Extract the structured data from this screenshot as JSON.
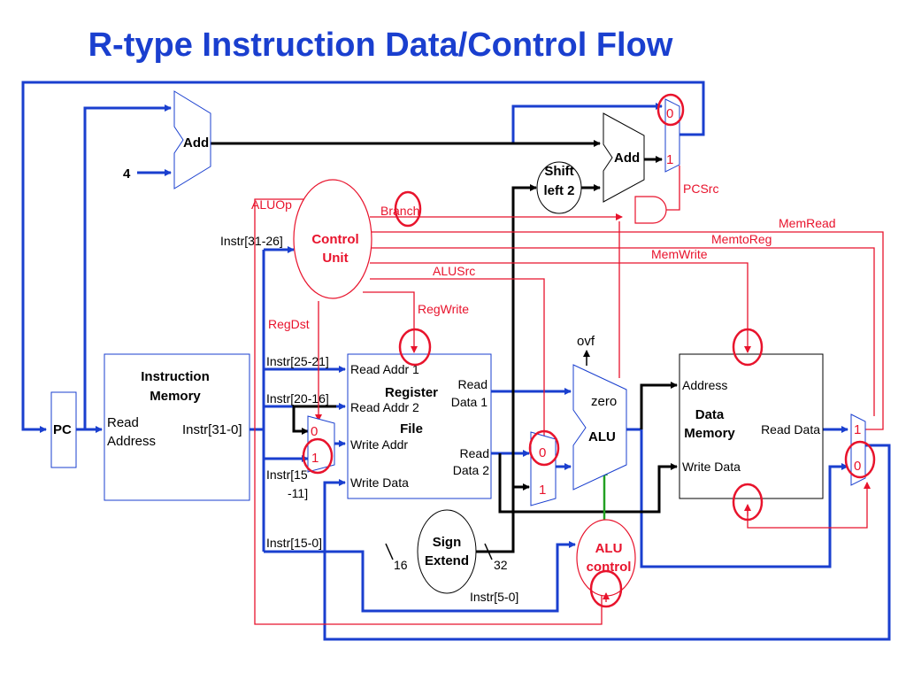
{
  "title": "R-type Instruction Data/Control Flow",
  "blocks": {
    "pc": "PC",
    "instr_mem_title_1": "Instruction",
    "instr_mem_title_2": "Memory",
    "instr_mem_read_1": "Read",
    "instr_mem_read_2": "Address",
    "instr_mem_out": "Instr[31-0]",
    "adder_pc": "Add",
    "four": "4",
    "adder_branch": "Add",
    "shift_1": "Shift",
    "shift_2": "left 2",
    "control_1": "Control",
    "control_2": "Unit",
    "regfile_1": "Register",
    "regfile_2": "File",
    "read_addr_1": "Read Addr 1",
    "read_addr_2": "Read Addr 2",
    "write_addr": "Write Addr",
    "write_data_rf": "Write Data",
    "read_data_1a": "Read",
    "read_data_1b": "Data 1",
    "read_data_2a": "Read",
    "read_data_2b": "Data 2",
    "alu": "ALU",
    "zero": "zero",
    "ovf": "ovf",
    "dmem_1": "Data",
    "dmem_2": "Memory",
    "dmem_address": "Address",
    "dmem_read_data": "Read Data",
    "dmem_write_data": "Write Data",
    "sign_1": "Sign",
    "sign_2": "Extend",
    "alu_control_1": "ALU",
    "alu_control_2": "control"
  },
  "fields": {
    "instr_31_26": "Instr[31-26]",
    "instr_25_21": "Instr[25-21]",
    "instr_20_16": "Instr[20-16]",
    "instr_15_11a": "Instr[15",
    "instr_15_11b": "-11]",
    "instr_15_0": "Instr[15-0]",
    "instr_5_0": "Instr[5-0]",
    "bits_16": "16",
    "bits_32": "32"
  },
  "signals": {
    "aluop": "ALUOp",
    "branch": "Branch",
    "memread": "MemRead",
    "memtoreg": "MemtoReg",
    "memwrite": "MemWrite",
    "alusrc": "ALUSrc",
    "regwrite": "RegWrite",
    "regdst": "RegDst",
    "pcsrc": "PCSrc"
  },
  "mux_labels": {
    "pc_mux_0": "0",
    "pc_mux_1": "1",
    "regdst_mux_0": "0",
    "regdst_mux_1": "1",
    "alusrc_mux_0": "0",
    "alusrc_mux_1": "1",
    "memtoreg_mux_0": "0",
    "memtoreg_mux_1": "1"
  },
  "colors": {
    "title": "#1a3fcf",
    "datapath": "#1a3fcf",
    "control": "#e8132c",
    "alu_control_line": "#22a022",
    "black_path": "#000000"
  }
}
